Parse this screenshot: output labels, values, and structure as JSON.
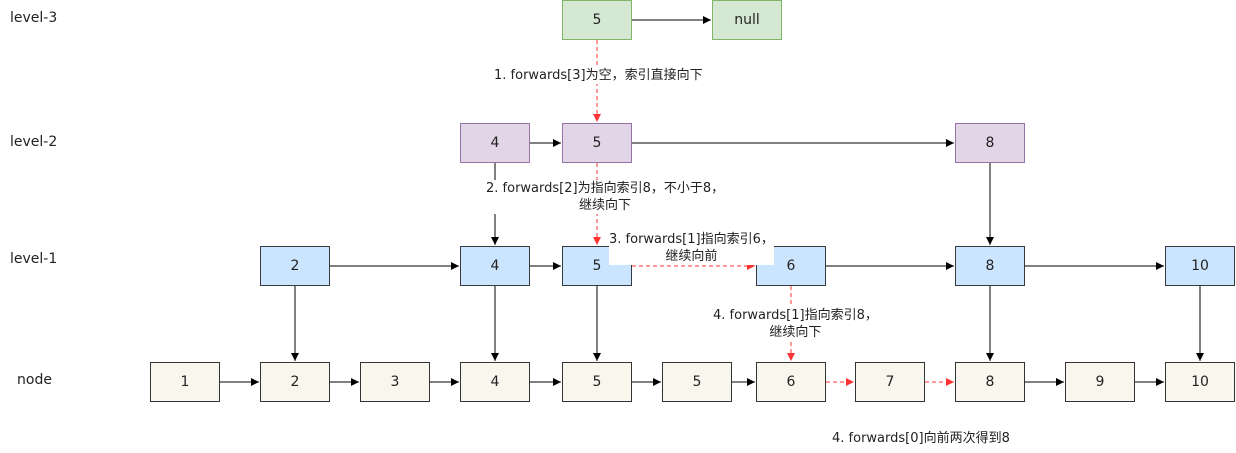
{
  "levels": {
    "level3": "level-3",
    "level2": "level-2",
    "level1": "level-1",
    "node": "node"
  },
  "level3": {
    "nodes": [
      "5",
      "null"
    ]
  },
  "level2": {
    "nodes": [
      "4",
      "5",
      "8"
    ]
  },
  "level1": {
    "nodes": [
      "2",
      "4",
      "5",
      "6",
      "8",
      "10"
    ]
  },
  "nodes": [
    "1",
    "2",
    "3",
    "4",
    "5",
    "5",
    "6",
    "7",
    "8",
    "9",
    "10"
  ],
  "annotations": {
    "step1": "1. forwards[3]为空，索引直接向下",
    "step2_line1": "2. forwards[2]为指向索引8，不小于8，",
    "step2_line2": "继续向下",
    "step3_line1": "3. forwards[1]指向索引6，",
    "step3_line2": "继续向前",
    "step4_line1": "4. forwards[1]指向索引8，",
    "step4_line2": "继续向下",
    "step5": "4. forwards[0]向前两次得到8"
  },
  "colors": {
    "level3_fill": "#d5e8d4",
    "level2_fill": "#e1d5e7",
    "level1_fill": "#cce5ff",
    "node_fill": "#f9f7ed",
    "search_path": "#ff3333",
    "link": "#000000"
  }
}
